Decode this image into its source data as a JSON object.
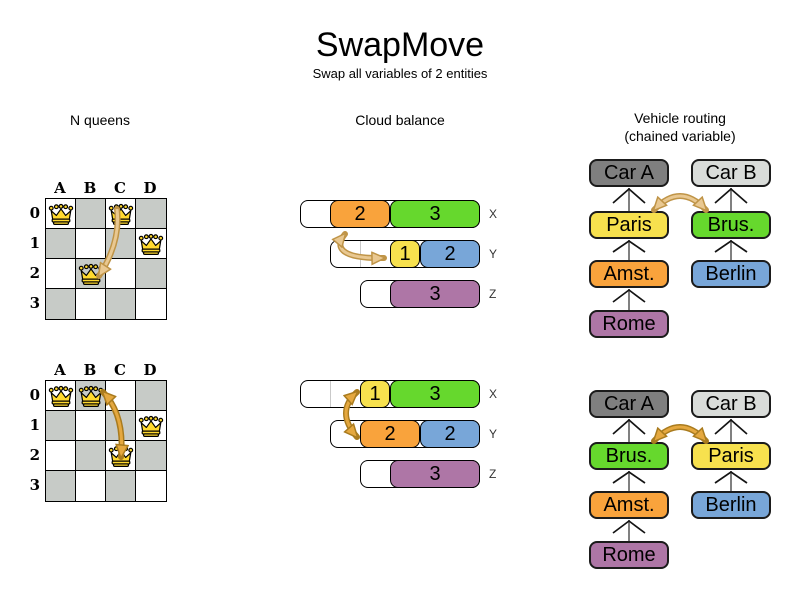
{
  "title": "SwapMove",
  "subtitle": "Swap all variables of 2 entities",
  "sections": {
    "nqueens_title": "N queens",
    "cloud_title": "Cloud balance",
    "vehicle_title": "Vehicle routing",
    "vehicle_subtitle": "(chained variable)"
  },
  "nqueens": {
    "column_labels": [
      "A",
      "B",
      "C",
      "D"
    ],
    "row_labels": [
      "0",
      "1",
      "2",
      "3"
    ],
    "states": [
      {
        "queens": [
          "A0",
          "C0",
          "D1",
          "B2"
        ],
        "swap": {
          "from": "C0",
          "to": "B2"
        }
      },
      {
        "queens": [
          "A0",
          "B0",
          "D1",
          "C2"
        ],
        "swap": {
          "from": "B0",
          "to": "C2"
        }
      }
    ]
  },
  "cloud": {
    "states": [
      {
        "rows": [
          {
            "label": "X",
            "capacity": 6,
            "blocks": [
              {
                "value": "2",
                "color": "orange"
              },
              {
                "value": "3",
                "color": "green"
              }
            ]
          },
          {
            "label": "Y",
            "capacity": 5,
            "blocks": [
              {
                "value": "1",
                "color": "yellow"
              },
              {
                "value": "2",
                "color": "blue"
              }
            ]
          },
          {
            "label": "Z",
            "capacity": 4,
            "blocks": [
              {
                "value": "3",
                "color": "purple"
              }
            ]
          }
        ],
        "ghost": {
          "row": 1,
          "units_from_right": 4
        },
        "swap": {
          "from": "X:2",
          "to": "Y:1"
        }
      },
      {
        "rows": [
          {
            "label": "X",
            "capacity": 6,
            "blocks": [
              {
                "value": "1",
                "color": "yellow"
              },
              {
                "value": "3",
                "color": "green"
              }
            ]
          },
          {
            "label": "Y",
            "capacity": 5,
            "blocks": [
              {
                "value": "2",
                "color": "orange"
              },
              {
                "value": "2",
                "color": "blue"
              }
            ]
          },
          {
            "label": "Z",
            "capacity": 4,
            "blocks": [
              {
                "value": "3",
                "color": "purple"
              }
            ]
          }
        ],
        "ghost": {
          "row": 0,
          "units_from_right": 5
        },
        "swap": {
          "from": "X:1",
          "to": "Y:2"
        }
      }
    ]
  },
  "vehicle": {
    "states": [
      {
        "chains": [
          {
            "boxes": [
              {
                "label": "Car A",
                "color": "gray_dark"
              },
              {
                "label": "Paris",
                "color": "yellow"
              },
              {
                "label": "Amst.",
                "color": "orange"
              },
              {
                "label": "Rome",
                "color": "purple"
              }
            ]
          },
          {
            "boxes": [
              {
                "label": "Car B",
                "color": "gray_light"
              },
              {
                "label": "Brus.",
                "color": "green"
              },
              {
                "label": "Berlin",
                "color": "blue"
              }
            ]
          }
        ],
        "swap": {
          "from": "Paris",
          "to": "Brus."
        }
      },
      {
        "chains": [
          {
            "boxes": [
              {
                "label": "Car A",
                "color": "gray_dark"
              },
              {
                "label": "Brus.",
                "color": "green"
              },
              {
                "label": "Amst.",
                "color": "orange"
              },
              {
                "label": "Rome",
                "color": "purple"
              }
            ]
          },
          {
            "boxes": [
              {
                "label": "Car B",
                "color": "gray_light"
              },
              {
                "label": "Paris",
                "color": "yellow"
              },
              {
                "label": "Berlin",
                "color": "blue"
              }
            ]
          }
        ],
        "swap": {
          "from": "Brus.",
          "to": "Paris"
        }
      }
    ]
  },
  "colors": {
    "orange": "#F9A33C",
    "green": "#66D82D",
    "yellow": "#F7E14E",
    "blue": "#78A6D8",
    "purple": "#AE76A6",
    "gray_dark": "#7F7F7F",
    "gray_light": "#D9DCD9",
    "board_gray": "#C7CBC7",
    "queen_gold": "#FFD92E",
    "swap_arrow_light": "#E9C891",
    "swap_arrow_light_edge": "#BF9447",
    "swap_arrow_dark": "#E5A83F",
    "swap_arrow_dark_edge": "#A97B1E",
    "chain_line_gray": "#808080"
  }
}
